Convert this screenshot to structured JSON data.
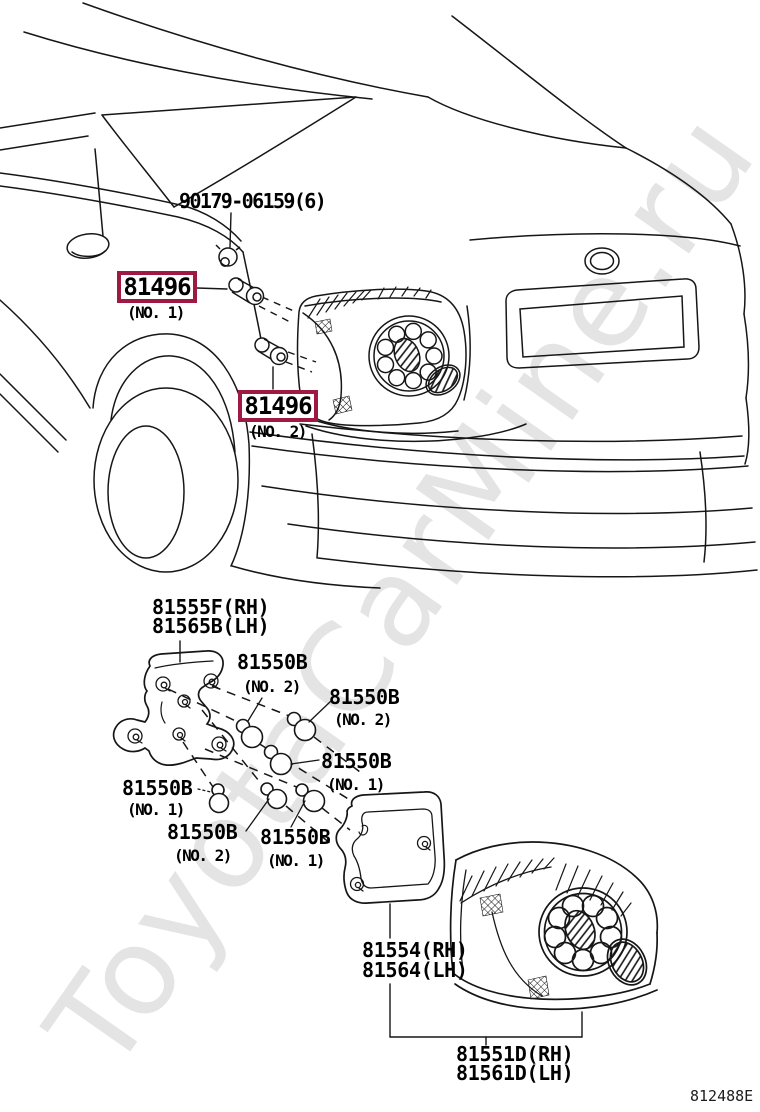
{
  "watermark": "ToyotaCarMine.ru",
  "drawing_code": "812488E",
  "highlight_color": "#9E1A42",
  "parts": {
    "mounting_nut": {
      "number": "90179-06159(6)"
    },
    "screw_no1": {
      "number": "81496",
      "position": "(NO. 1)"
    },
    "screw_no2": {
      "number": "81496",
      "position": "(NO. 2)"
    },
    "socket_bracket": {
      "number_rh": "81555F(RH)",
      "number_lh": "81565B(LH)"
    },
    "bulb_top_center": {
      "number": "81550B",
      "position": "(NO. 2)"
    },
    "bulb_top_right": {
      "number": "81550B",
      "position": "(NO. 2)"
    },
    "bulb_mid_right": {
      "number": "81550B",
      "position": "(NO. 1)"
    },
    "bulb_left": {
      "number": "81550B",
      "position": "(NO. 1)"
    },
    "bulb_bottom_center": {
      "number": "81550B",
      "position": "(NO. 2)"
    },
    "bulb_bottom_right": {
      "number": "81550B",
      "position": "(NO. 1)"
    },
    "lens_gasket": {
      "number_rh": "81554(RH)",
      "number_lh": "81564(LH)"
    },
    "lamp_body": {
      "number_rh": "81551D(RH)",
      "number_lh": "81561D(LH)"
    }
  }
}
